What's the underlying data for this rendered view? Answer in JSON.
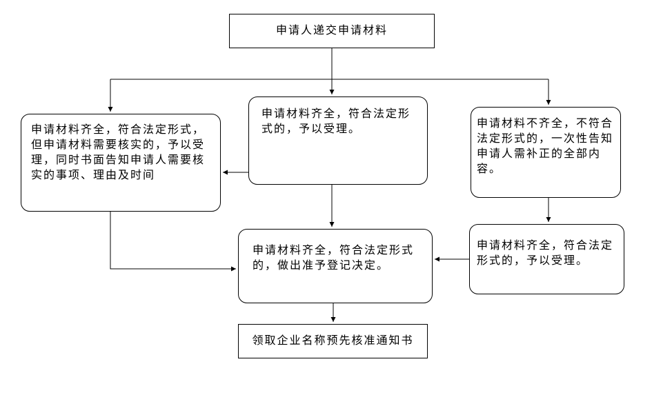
{
  "flowchart": {
    "background_color": "#ffffff",
    "line_color": "#000000",
    "nodes": {
      "start": "申请人递交申请材料",
      "verify_accept": "申请材料齐全，符合法定形式，但申请材料需要核实的，予以受理，同时书面告知申请人需要核实的事项、理由及时间",
      "complete_accept": "申请材料齐全，符合法定形式的，予以受理。",
      "incomplete_notify": "申请材料不齐全，不符合法定形式的，一次性告知申请人需补正的全部内容。",
      "approve_decision": "申请材料齐全，符合法定形式的，做出准予登记决定。",
      "resubmit_accept": "申请材料齐全，符合法定形式的，予以受理。",
      "end": "领取企业名称预先核准通知书"
    },
    "edges": [
      {
        "from": "start",
        "to": "verify_accept"
      },
      {
        "from": "start",
        "to": "complete_accept"
      },
      {
        "from": "start",
        "to": "incomplete_notify"
      },
      {
        "from": "complete_accept",
        "to": "verify_accept"
      },
      {
        "from": "complete_accept",
        "to": "approve_decision"
      },
      {
        "from": "verify_accept",
        "to": "approve_decision"
      },
      {
        "from": "incomplete_notify",
        "to": "resubmit_accept"
      },
      {
        "from": "resubmit_accept",
        "to": "approve_decision"
      },
      {
        "from": "approve_decision",
        "to": "end"
      }
    ]
  }
}
